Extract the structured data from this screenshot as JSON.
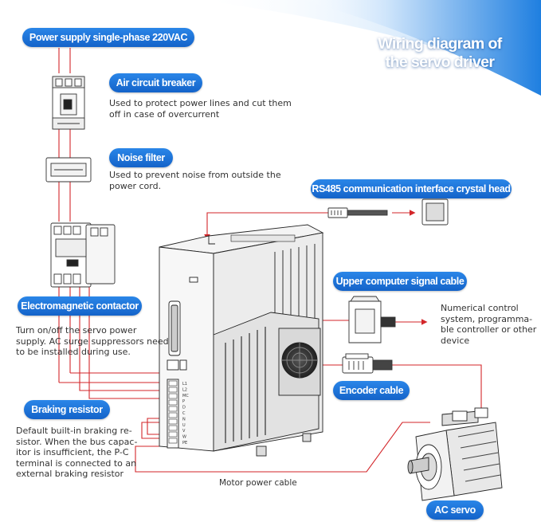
{
  "title": {
    "line1": "Wiring diagram of",
    "line2": "the servo driver"
  },
  "labels": {
    "power_supply": "Power supply single-phase 220VAC",
    "air_circuit_breaker": "Air circuit breaker",
    "noise_filter": "Noise filter",
    "rs485": "RS485 communication interface crystal head",
    "electromagnetic_contactor": "Electromagnetic contactor",
    "upper_computer_signal_cable": "Upper computer signal cable",
    "encoder_cable": "Encoder cable",
    "braking_resistor": "Braking resistor",
    "ac_servo": "AC servo",
    "motor_power_cable": "Motor power cable"
  },
  "descriptions": {
    "air_circuit_breaker": [
      "Used to protect power lines and cut them",
      "off in case of overcurrent"
    ],
    "noise_filter": [
      "Used to prevent noise from outside the",
      "power cord."
    ],
    "electromagnetic_contactor": [
      "Turn on/off the servo power",
      "supply. AC surge suppressors need",
      "to be installed during use."
    ],
    "upper_computer": [
      "Numerical control",
      "system, programma-",
      "ble controller or other",
      "device"
    ],
    "braking_resistor": [
      "Default built-in braking re-",
      "sistor. When the bus capac-",
      "itor is insufficient, the P-C",
      "terminal is connected to an",
      "external braking resistor"
    ]
  },
  "terminals": [
    "L1",
    "L2",
    "MC",
    "P",
    "D",
    "C",
    "N",
    "U",
    "V",
    "W",
    "PE"
  ],
  "colors": {
    "accent": "#1463c9",
    "wire": "#d3262a",
    "banner": "#2a8ae8"
  }
}
